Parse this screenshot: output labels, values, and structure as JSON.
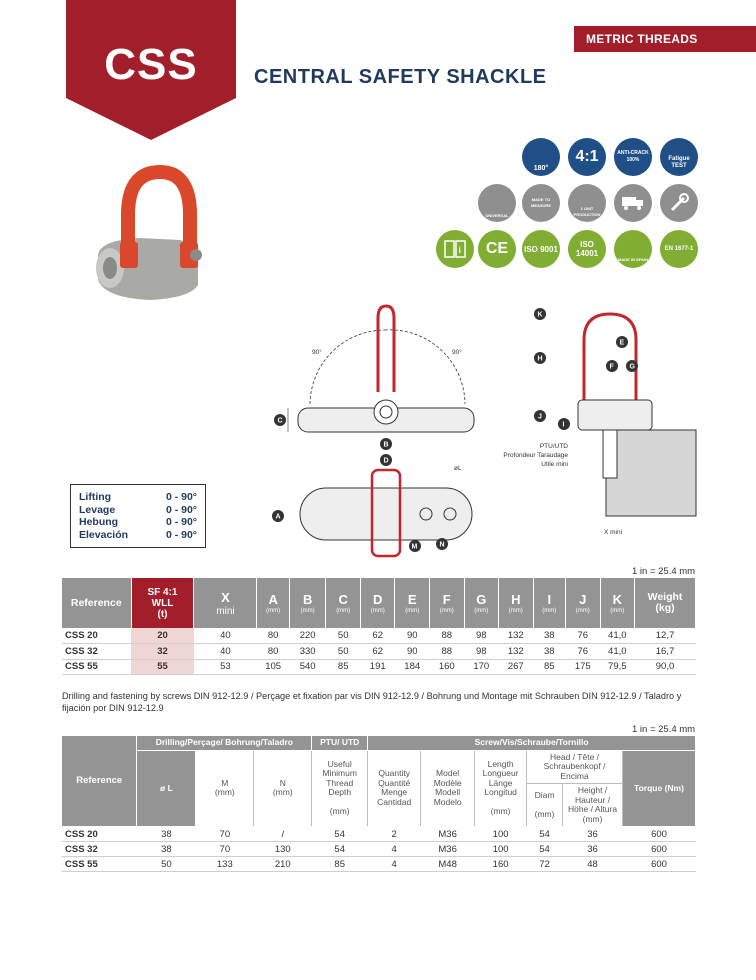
{
  "header": {
    "code": "CSS",
    "title": "CENTRAL SAFETY SHACKLE",
    "tab": "METRIC THREADS"
  },
  "badges": {
    "row1": [
      "180°",
      "4:1",
      "ANTI-CRACK 100%",
      "Fatigue TEST"
    ],
    "row2": [
      "UNIVERSAL",
      "MADE TO MEASURE",
      "1 UNIT PRODUCTION",
      "",
      ""
    ],
    "row3": [
      "",
      "CE",
      "ISO 9001",
      "ISO 14001",
      "MADE IN SPAIN",
      "EN 1677-1"
    ]
  },
  "diagram_labels": {
    "angle_left": "90°",
    "angle_right": "90°",
    "ptu_lines": [
      "PTU/UTD",
      "Profondeur Taraudage",
      "Utile mini"
    ],
    "x_mini": "X mini",
    "diam_l": "øL",
    "letters": {
      "A": "A",
      "B": "B",
      "C": "C",
      "D": "D",
      "E": "E",
      "F": "F",
      "G": "G",
      "H": "H",
      "I": "I",
      "J": "J",
      "K": "K",
      "M": "M",
      "N": "N"
    }
  },
  "angles": [
    {
      "label": "Lifting",
      "value": "0 - 90°"
    },
    {
      "label": "Levage",
      "value": "0 - 90°"
    },
    {
      "label": "Hebung",
      "value": "0 - 90°"
    },
    {
      "label": "Elevación",
      "value": "0 - 90°"
    }
  ],
  "unit_note": "1 in = 25.4 mm",
  "table1": {
    "headers": {
      "reference": "Reference",
      "wll": [
        "SF 4:1",
        "WLL",
        "(t)"
      ],
      "x": "X",
      "x_sub": "mini",
      "cols": [
        "A",
        "B",
        "C",
        "D",
        "E",
        "F",
        "G",
        "H",
        "I",
        "J",
        "K"
      ],
      "unit": "(mm)",
      "weight": [
        "Weight",
        "(kg)"
      ]
    },
    "rows": [
      {
        "ref": "CSS 20",
        "wll": "20",
        "x": "40",
        "vals": [
          "80",
          "220",
          "50",
          "62",
          "90",
          "88",
          "98",
          "132",
          "38",
          "76",
          "41,0"
        ],
        "weight": "12,7"
      },
      {
        "ref": "CSS 32",
        "wll": "32",
        "x": "40",
        "vals": [
          "80",
          "330",
          "50",
          "62",
          "90",
          "88",
          "98",
          "132",
          "38",
          "76",
          "41,0"
        ],
        "weight": "16,7"
      },
      {
        "ref": "CSS 55",
        "wll": "55",
        "x": "53",
        "vals": [
          "105",
          "540",
          "85",
          "191",
          "184",
          "160",
          "170",
          "267",
          "85",
          "175",
          "79,5"
        ],
        "weight": "90,0"
      }
    ]
  },
  "note": "Drilling and fastening by screws DIN 912-12.9 / Perçage et fixation par vis DIN 912-12.9 / Bohrung und Montage mit Schrauben DIN 912-12.9 / Taladro y fijación por DIN 912-12.9",
  "table2": {
    "headers": {
      "reference": "Reference",
      "drilling": "Drilling/Perçage/ Bohrung/Taladro",
      "ptu": "PTU/ UTD",
      "screw": "Screw/Vis/Schraube/Tornillo",
      "diam_l": "ø L",
      "m": "M",
      "n": "N",
      "mm": "(mm)",
      "useful": "Useful Minimum Thread Depth",
      "quantity": "Quantity Quantité Menge Cantidad",
      "model": "Model Modèle Modell Modelo",
      "length": "Length Longueur Länge Longitud",
      "head": "Head / Tête / Schraubenkopf / Encima",
      "diam": "Diam",
      "height": "Height / Hauteur / Höhe / Altura",
      "torque": "Torque (Nm)"
    },
    "rows": [
      {
        "ref": "CSS 20",
        "vals": [
          "38",
          "70",
          "/",
          "54",
          "2",
          "M36",
          "100",
          "54",
          "36",
          "600"
        ]
      },
      {
        "ref": "CSS 32",
        "vals": [
          "38",
          "70",
          "130",
          "54",
          "4",
          "M36",
          "100",
          "54",
          "36",
          "600"
        ]
      },
      {
        "ref": "CSS 55",
        "vals": [
          "50",
          "133",
          "210",
          "85",
          "4",
          "M48",
          "160",
          "72",
          "48",
          "600"
        ]
      }
    ]
  }
}
